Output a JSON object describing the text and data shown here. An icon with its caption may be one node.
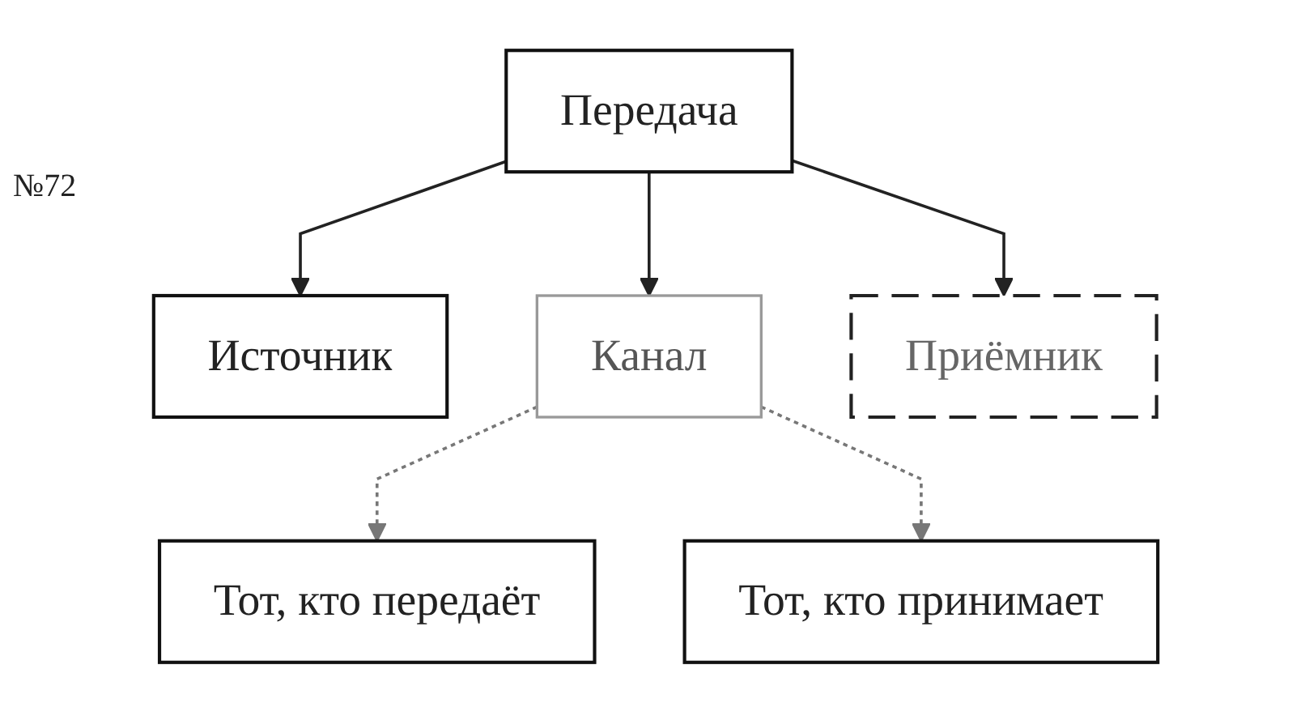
{
  "diagram": {
    "nodes": [
      {
        "text": [
          "Передача"
        ]
      },
      {
        "text": [
          "Источник"
        ]
      },
      {
        "text": [
          "Канал"
        ]
      },
      {
        "text": [
          "Приёмник"
        ]
      },
      {
        "text": [
          "Тот, кто передаёт"
        ]
      },
      {
        "text": [
          "Тот, кто принимает"
        ]
      }
    ],
    "edges": [
      {
        "from": 0,
        "to": 1,
        "arrow": "to"
      },
      {
        "from": 0,
        "to": 2,
        "arrow": "to"
      },
      {
        "from": 0,
        "to": 3,
        "arrow": "to"
      },
      {
        "from": 2,
        "to": 4,
        "arrow": "to",
        "style": "dashed"
      },
      {
        "from": 2,
        "to": 5,
        "arrow": "to",
        "style": "dashed"
      }
    ],
    "labels": [
      "№72"
    ]
  }
}
